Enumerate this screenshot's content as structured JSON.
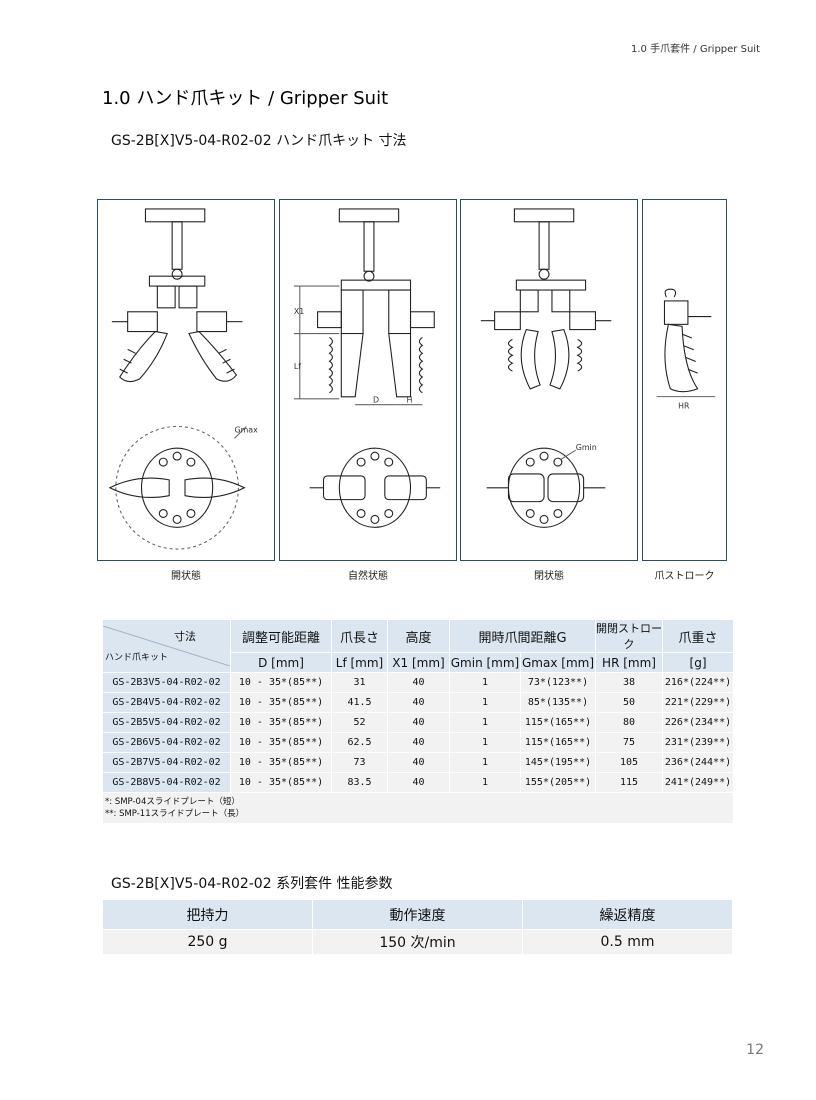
{
  "header": {
    "running": "1.0  手爪套件 / Gripper Suit"
  },
  "title": "1.0 ハンド爪キット / Gripper Suit",
  "subtitle": "GS-2B[X]V5-04-R02-02 ハンド爪キット 寸法",
  "figures": {
    "captions": [
      "開状態",
      "自然状態",
      "閉状態",
      "爪ストローク"
    ],
    "labels": {
      "gmax": "Gmax",
      "gmin": "Gmin",
      "x1": "X1",
      "lf": "Lf",
      "d": "D",
      "h": "H",
      "hr": "HR"
    }
  },
  "spec_table": {
    "corner_top": "寸法",
    "corner_bottom": "ハンド爪キット",
    "h_adjust": "調整可能距離",
    "h_adjust_unit": "D [mm]",
    "h_length": "爪長さ",
    "h_length_unit": "Lf [mm]",
    "h_height": "高度",
    "h_height_unit": "X1 [mm]",
    "h_gap": "開時爪間距離G",
    "h_gmin": "Gmin [mm]",
    "h_gmax": "Gmax [mm]",
    "h_stroke": "開閉ストローク",
    "h_stroke_unit": "HR [mm]",
    "h_weight": "爪重さ",
    "h_weight_unit": "[g]",
    "rows": [
      [
        "GS-2B3V5-04-R02-02",
        "10 - 35*(85**)",
        "31",
        "40",
        "1",
        "73*(123**)",
        "38",
        "216*(224**)"
      ],
      [
        "GS-2B4V5-04-R02-02",
        "10 - 35*(85**)",
        "41.5",
        "40",
        "1",
        "85*(135**)",
        "50",
        "221*(229**)"
      ],
      [
        "GS-2B5V5-04-R02-02",
        "10 - 35*(85**)",
        "52",
        "40",
        "1",
        "115*(165**)",
        "80",
        "226*(234**)"
      ],
      [
        "GS-2B6V5-04-R02-02",
        "10 - 35*(85**)",
        "62.5",
        "40",
        "1",
        "115*(165**)",
        "75",
        "231*(239**)"
      ],
      [
        "GS-2B7V5-04-R02-02",
        "10 - 35*(85**)",
        "73",
        "40",
        "1",
        "145*(195**)",
        "105",
        "236*(244**)"
      ],
      [
        "GS-2B8V5-04-R02-02",
        "10 - 35*(85**)",
        "83.5",
        "40",
        "1",
        "155*(205**)",
        "115",
        "241*(249**)"
      ]
    ],
    "notes": [
      "*:  SMP-04スライドプレート（短）",
      "**:  SMP-11スライドプレート（長）"
    ]
  },
  "section2": {
    "title": "GS-2B[X]V5-04-R02-02 系列套件  性能参数",
    "headers": [
      "把持力",
      "動作速度",
      "繰返精度"
    ],
    "values": [
      "250 g",
      "150 次/min",
      "0.5 mm"
    ]
  },
  "page_number": "12"
}
